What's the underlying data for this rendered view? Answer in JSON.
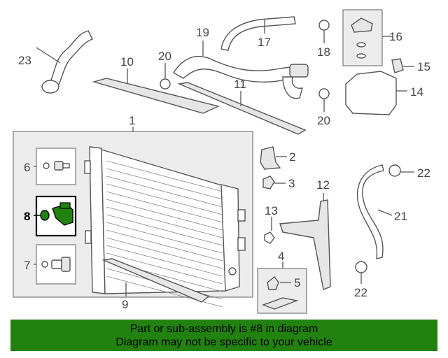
{
  "callouts": [
    "1",
    "2",
    "3",
    "4",
    "5",
    "6",
    "7",
    "8",
    "9",
    "10",
    "11",
    "12",
    "13",
    "14",
    "15",
    "16",
    "17",
    "18",
    "19",
    "20",
    "20",
    "21",
    "22",
    "22",
    "23"
  ],
  "highlight_color": "#22820f",
  "banner": {
    "line1": "Part or sub-assembly is #8 in diagram",
    "line2": "Diagram may not be specific to your vehicle"
  }
}
